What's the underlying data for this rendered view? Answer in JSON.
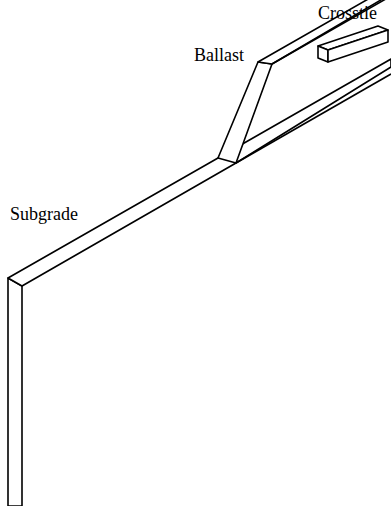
{
  "diagram": {
    "labels": [
      "Crosstie",
      "Ballast",
      "Subgrade"
    ]
  }
}
